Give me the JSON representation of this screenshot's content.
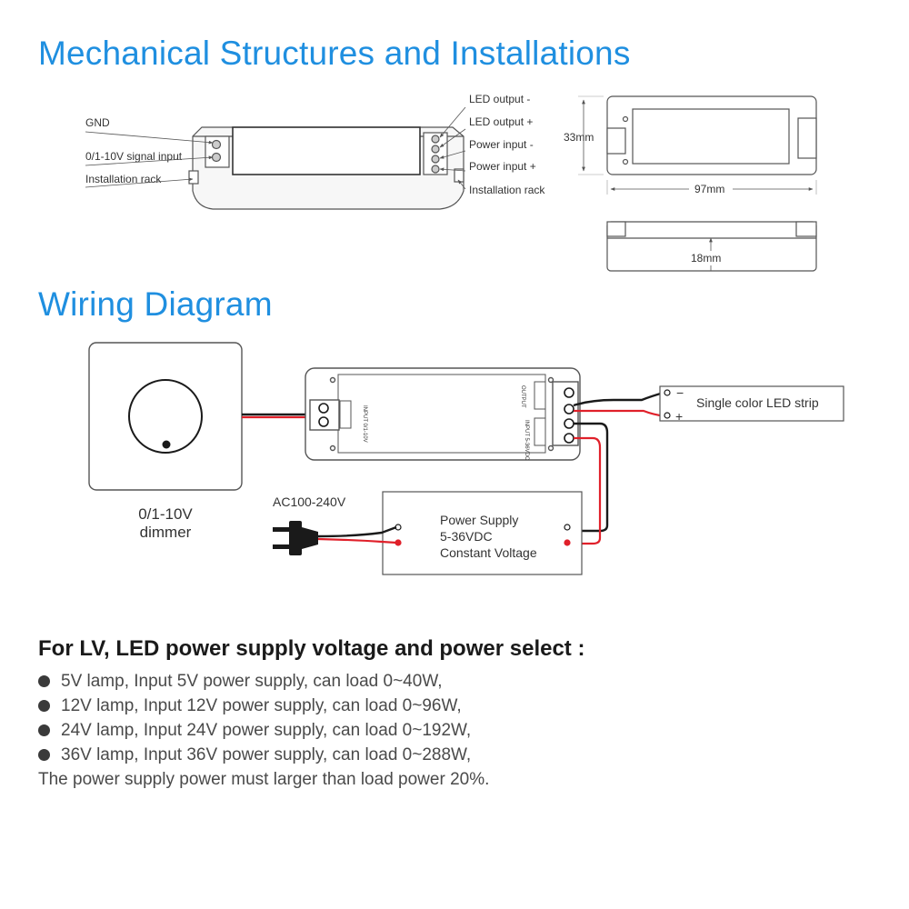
{
  "sections": {
    "mechanical_title": "Mechanical Structures and Installations",
    "wiring_title": "Wiring Diagram"
  },
  "mechanical": {
    "left_labels": {
      "gnd": "GND",
      "signal": "0/1-10V signal input",
      "rack": "Installation rack"
    },
    "right_labels": {
      "led_minus": "LED output -",
      "led_plus": "LED output +",
      "power_minus": "Power input -",
      "power_plus": "Power input +",
      "rack": "Installation rack"
    },
    "dimensions": {
      "height": "33mm",
      "length": "97mm",
      "thickness": "18mm"
    }
  },
  "wiring": {
    "dimmer_label_line1": "0/1-10V",
    "dimmer_label_line2": "dimmer",
    "ac_label": "AC100-240V",
    "psu_line1": "Power Supply",
    "psu_line2": "5-36VDC",
    "psu_line3": "Constant Voltage",
    "led_strip_label": "Single color LED strip",
    "strip_minus": "−",
    "strip_plus": "+",
    "device_input_small": "INPUT 0/1-10V",
    "device_output_small": "OUTPUT",
    "device_input2_small": "INPUT 5-36VDC"
  },
  "notes": {
    "title": "For LV, LED power supply voltage and power select :",
    "items": [
      "5V lamp, Input 5V power supply, can load 0~40W,",
      "12V lamp, Input 12V power supply, can load 0~96W,",
      "24V lamp, Input 24V power supply, can load 0~192W,",
      "36V lamp, Input 36V power supply, can load 0~288W,"
    ],
    "footnote": "The power supply power must larger than load power 20%."
  },
  "colors": {
    "heading_blue": "#1f8fe0",
    "wire_red": "#e0202a",
    "wire_black": "#1a1a1a",
    "outline_gray": "#555555"
  }
}
